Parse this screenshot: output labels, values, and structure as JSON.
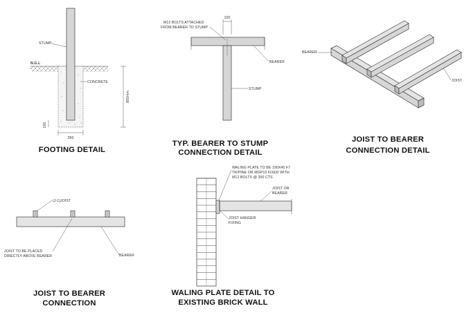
{
  "footing": {
    "title": "FOOTING DETAIL",
    "stump_label": "STUMP",
    "ngl_label": "N.G.L",
    "concrete_label": "CONCRETE",
    "depth_dim": "800mm",
    "bottom_dim": "100",
    "width_dim": "350"
  },
  "bearer_stump": {
    "title_line1": "TYP. BEARER TO STUMP",
    "title_line2": "CONNECTION DETAIL",
    "bolt_label_line1": "M12 BOLTS ATTACHED",
    "bolt_label_line2": "FROM BEARER TO STUMP",
    "top_dim": "100",
    "bearer_label": "BEARER",
    "stump_label": "STUMP"
  },
  "joist_bearer_iso": {
    "title_line1": "JOIST TO BEARER",
    "title_line2": "CONNECTION DETAIL",
    "bearer_label": "BEARER",
    "joist_label": "JOIST"
  },
  "joist_bearer_conn": {
    "title_line1": "JOIST TO BEARER",
    "title_line2": "CONNECTION",
    "joist_label": "(J-1)JOIST",
    "note_line1": "JOIST TO BE PLACED",
    "note_line2": "DIRECTLY ABOVE BEARER",
    "bearer_label": "BEARER"
  },
  "waling": {
    "title_line1": "WALING PLATE DETAIL TO",
    "title_line2": "EXISTING BRICK WALL",
    "note_line1": "WALING PLATE TO BE 190X45 F7",
    "note_line2": "TR/PINE OR MGP10 FIXED WITH",
    "note_line3": "M12 BOLTS @ 300 CTS",
    "joist_label_line1": "JOIST OR",
    "joist_label_line2": "BEARER",
    "hanger_line1": "JOIST HANGER",
    "hanger_line2": "FIXING"
  }
}
